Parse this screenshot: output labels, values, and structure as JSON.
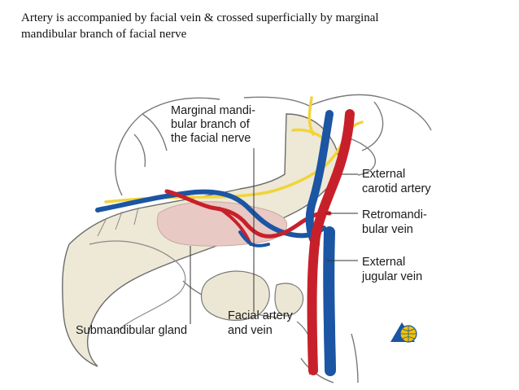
{
  "caption": {
    "line1": "Artery is accompanied by facial vein & crossed superficially by marginal",
    "line2": "mandibular branch of facial nerve"
  },
  "labels": {
    "marginal_nerve": [
      "Marginal mandi-",
      "bular branch of",
      "the facial nerve"
    ],
    "external_carotid": [
      "External",
      "carotid artery"
    ],
    "retromandibular": [
      "Retromandi-",
      "bular vein"
    ],
    "external_jugular": [
      "External",
      "jugular vein"
    ],
    "submandibular_gland": [
      "Submandibular gland"
    ],
    "facial_artery_vein": [
      "Facial artery",
      "and vein"
    ]
  },
  "colors": {
    "artery": "#c8202a",
    "vein": "#1b55a3",
    "nerve": "#f2d33a",
    "gland": "#e8c9c4",
    "bone": "#ede9d6",
    "outline": "#6b6b6b"
  },
  "icons": {
    "logo": "globe-logo"
  }
}
